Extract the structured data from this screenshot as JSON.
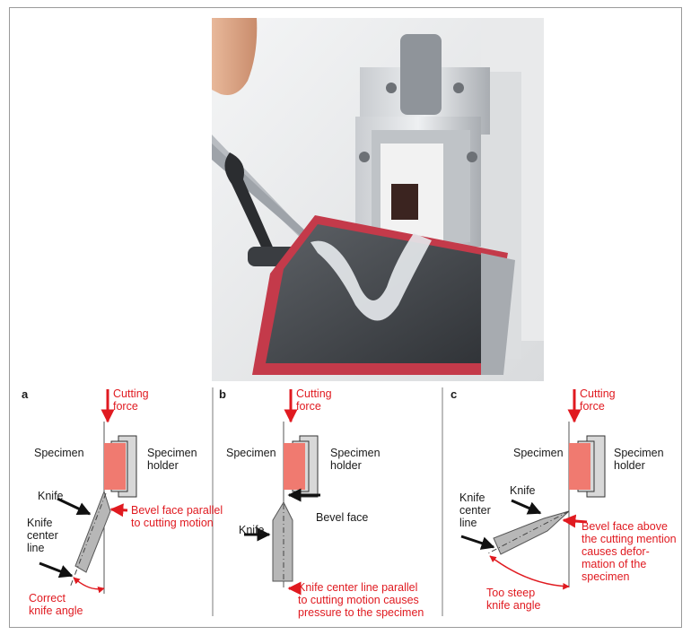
{
  "colors": {
    "red": "#e01a20",
    "specimen": "#f07a70",
    "holder": "#d8d8d8",
    "knife": "#b7b7b7"
  },
  "panels": [
    {
      "letter": "a",
      "cutting_force": [
        "Cutting",
        "force"
      ],
      "specimen": "Specimen",
      "holder": [
        "Specimen",
        "holder"
      ],
      "knife": "Knife",
      "center_line": [
        "Knife",
        "center",
        "line"
      ],
      "bevel": [
        "Bevel face parallel",
        "to cutting motion"
      ],
      "angle": [
        "Correct",
        "knife angle"
      ]
    },
    {
      "letter": "b",
      "cutting_force": [
        "Cutting",
        "force"
      ],
      "specimen": "Specimen",
      "holder": [
        "Specimen",
        "holder"
      ],
      "knife": "Knife",
      "bevel": [
        "Bevel face"
      ],
      "note": [
        "Knife center line parallel",
        "to cutting motion causes",
        "pressure to the specimen"
      ]
    },
    {
      "letter": "c",
      "cutting_force": [
        "Cutting",
        "force"
      ],
      "specimen": "Specimen",
      "holder": [
        "Specimen",
        "holder"
      ],
      "knife": "Knife",
      "center_line": [
        "Knife",
        "center",
        "line"
      ],
      "bevel": [
        "Bevel face above",
        "the cutting mention",
        "causes defor-",
        "mation of the",
        "specimen"
      ],
      "angle": [
        "Too steep",
        "knife angle"
      ]
    }
  ]
}
